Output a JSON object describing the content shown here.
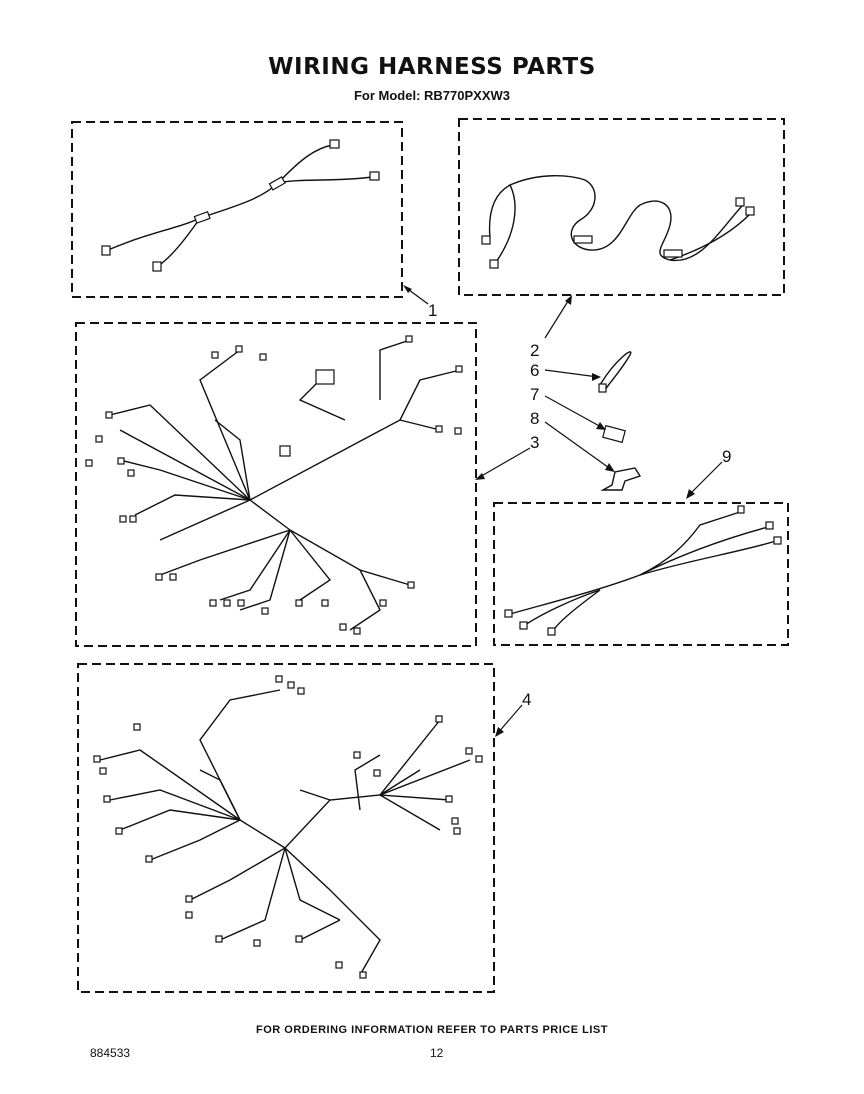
{
  "header": {
    "title": "WIRING HARNESS PARTS",
    "subtitle": "For Model: RB770PXXW3"
  },
  "callouts": [
    {
      "id": "1",
      "label": "1"
    },
    {
      "id": "2",
      "label": "2"
    },
    {
      "id": "3",
      "label": "3"
    },
    {
      "id": "4",
      "label": "4"
    },
    {
      "id": "6",
      "label": "6"
    },
    {
      "id": "7",
      "label": "7"
    },
    {
      "id": "8",
      "label": "8"
    },
    {
      "id": "9",
      "label": "9"
    }
  ],
  "footer": {
    "ordering_note": "FOR ORDERING INFORMATION REFER TO PARTS PRICE LIST",
    "document_number": "884533",
    "page_number": "12"
  }
}
